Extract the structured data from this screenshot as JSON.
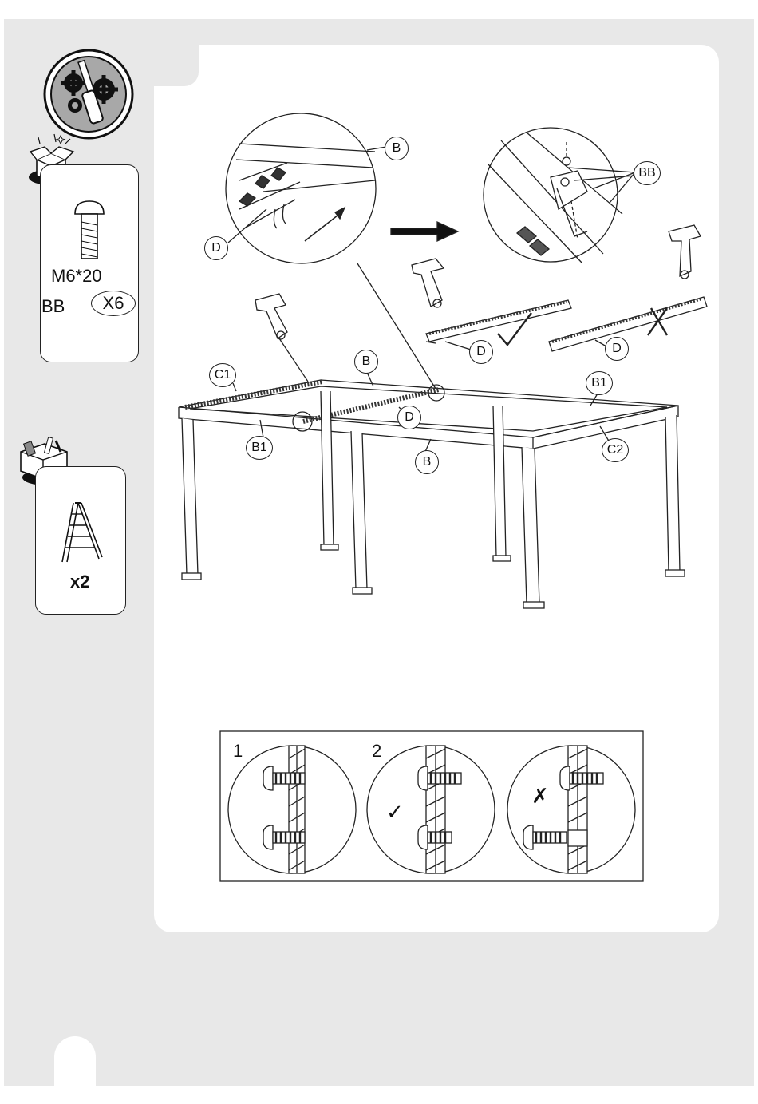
{
  "hardware": {
    "size": "M6*20",
    "code": "BB",
    "quantity": "X6",
    "icon": "bolt-icon"
  },
  "tools": {
    "quantity": "x2",
    "icon": "ladder-icon"
  },
  "callouts": {
    "b_detail": "B",
    "d_detail": "D",
    "bb_detail": "BB",
    "d_good": "D",
    "d_bad": "D",
    "c1": "C1",
    "b_top": "B",
    "b1_right": "B1",
    "d_frame": "D",
    "b1_left": "B1",
    "b_front": "B",
    "c2": "C2"
  },
  "screw_steps": {
    "step1": "1",
    "step2": "2",
    "correct_mark": "✓",
    "wrong_mark": "✗"
  },
  "colors": {
    "page_bg": "#e8e8e8",
    "badge_fill": "#a8a8a8",
    "line": "#222222"
  }
}
